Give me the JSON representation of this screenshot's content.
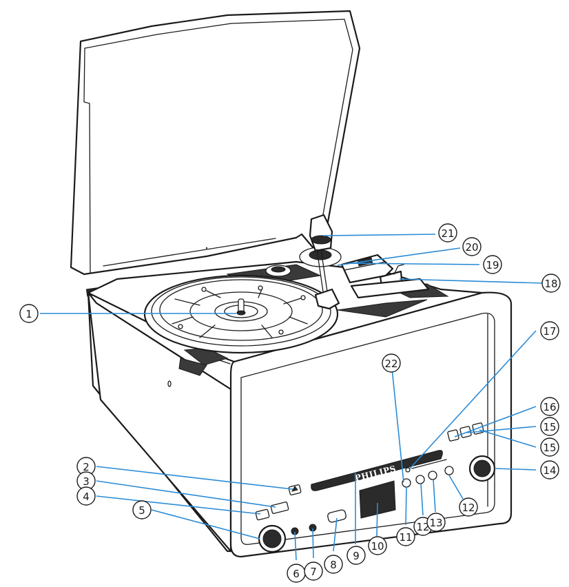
{
  "product": {
    "brand_label": "PHILIPS"
  },
  "callouts": [
    {
      "num": "1"
    },
    {
      "num": "2"
    },
    {
      "num": "3"
    },
    {
      "num": "4"
    },
    {
      "num": "5"
    },
    {
      "num": "6"
    },
    {
      "num": "7"
    },
    {
      "num": "8"
    },
    {
      "num": "9"
    },
    {
      "num": "10"
    },
    {
      "num": "11"
    },
    {
      "num": "12"
    },
    {
      "num": "13"
    },
    {
      "num": "12"
    },
    {
      "num": "14"
    },
    {
      "num": "15"
    },
    {
      "num": "15"
    },
    {
      "num": "16"
    },
    {
      "num": "17"
    },
    {
      "num": "18"
    },
    {
      "num": "19"
    },
    {
      "num": "20"
    },
    {
      "num": "21"
    },
    {
      "num": "22"
    }
  ],
  "colors": {
    "leader": "#2a8bd6",
    "line": "#1a1a1a"
  }
}
